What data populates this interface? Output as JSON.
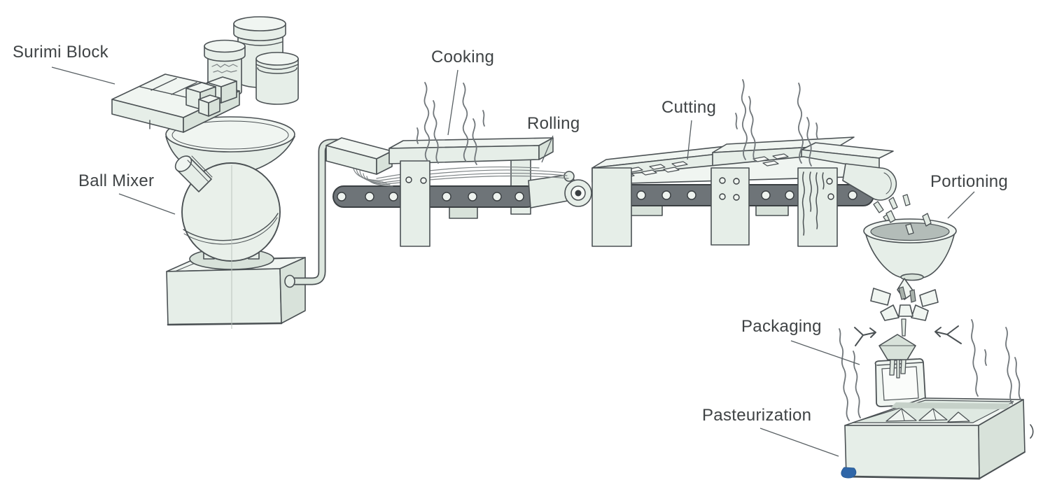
{
  "diagram": {
    "labels": [
      {
        "id": "surimi-block",
        "text": "Surimi Block"
      },
      {
        "id": "ball-mixer",
        "text": "Ball Mixer"
      },
      {
        "id": "cooking",
        "text": "Cooking"
      },
      {
        "id": "rolling",
        "text": "Rolling"
      },
      {
        "id": "cutting",
        "text": "Cutting"
      },
      {
        "id": "portioning",
        "text": "Portioning"
      },
      {
        "id": "packaging",
        "text": "Packaging"
      },
      {
        "id": "pasteurization",
        "text": "Pasteurization"
      }
    ],
    "illustration_parts": [
      "surimi-block-slab",
      "cut-surimi-cubes",
      "seasoning-jars",
      "hopper-funnel",
      "ball-mixer-sphere",
      "mixer-base",
      "transfer-pipe",
      "extruder-head",
      "cooking-conveyor-belt",
      "cooking-gate",
      "steam",
      "rolling-roller",
      "cutting-conveyor-belt",
      "cutting-gates",
      "glaze-drips",
      "discharge-chute",
      "falling-sticks",
      "portioning-funnel",
      "film-wrap-burst",
      "forming-funnel",
      "packaging-pouch",
      "pasteurization-bath",
      "wrapped-packages",
      "blue-ink-spot"
    ],
    "colors": {
      "background": "#ffffff",
      "ink": "#3f4345",
      "outline": "#4b5154",
      "machine_fill": "#e6eee8",
      "machine_fill_light": "#f0f5f1",
      "machine_fill_dark": "#d8e2da",
      "belt_fill": "#6e7478",
      "steam": "#70767a",
      "accent_blue": "#2f66a8"
    }
  }
}
